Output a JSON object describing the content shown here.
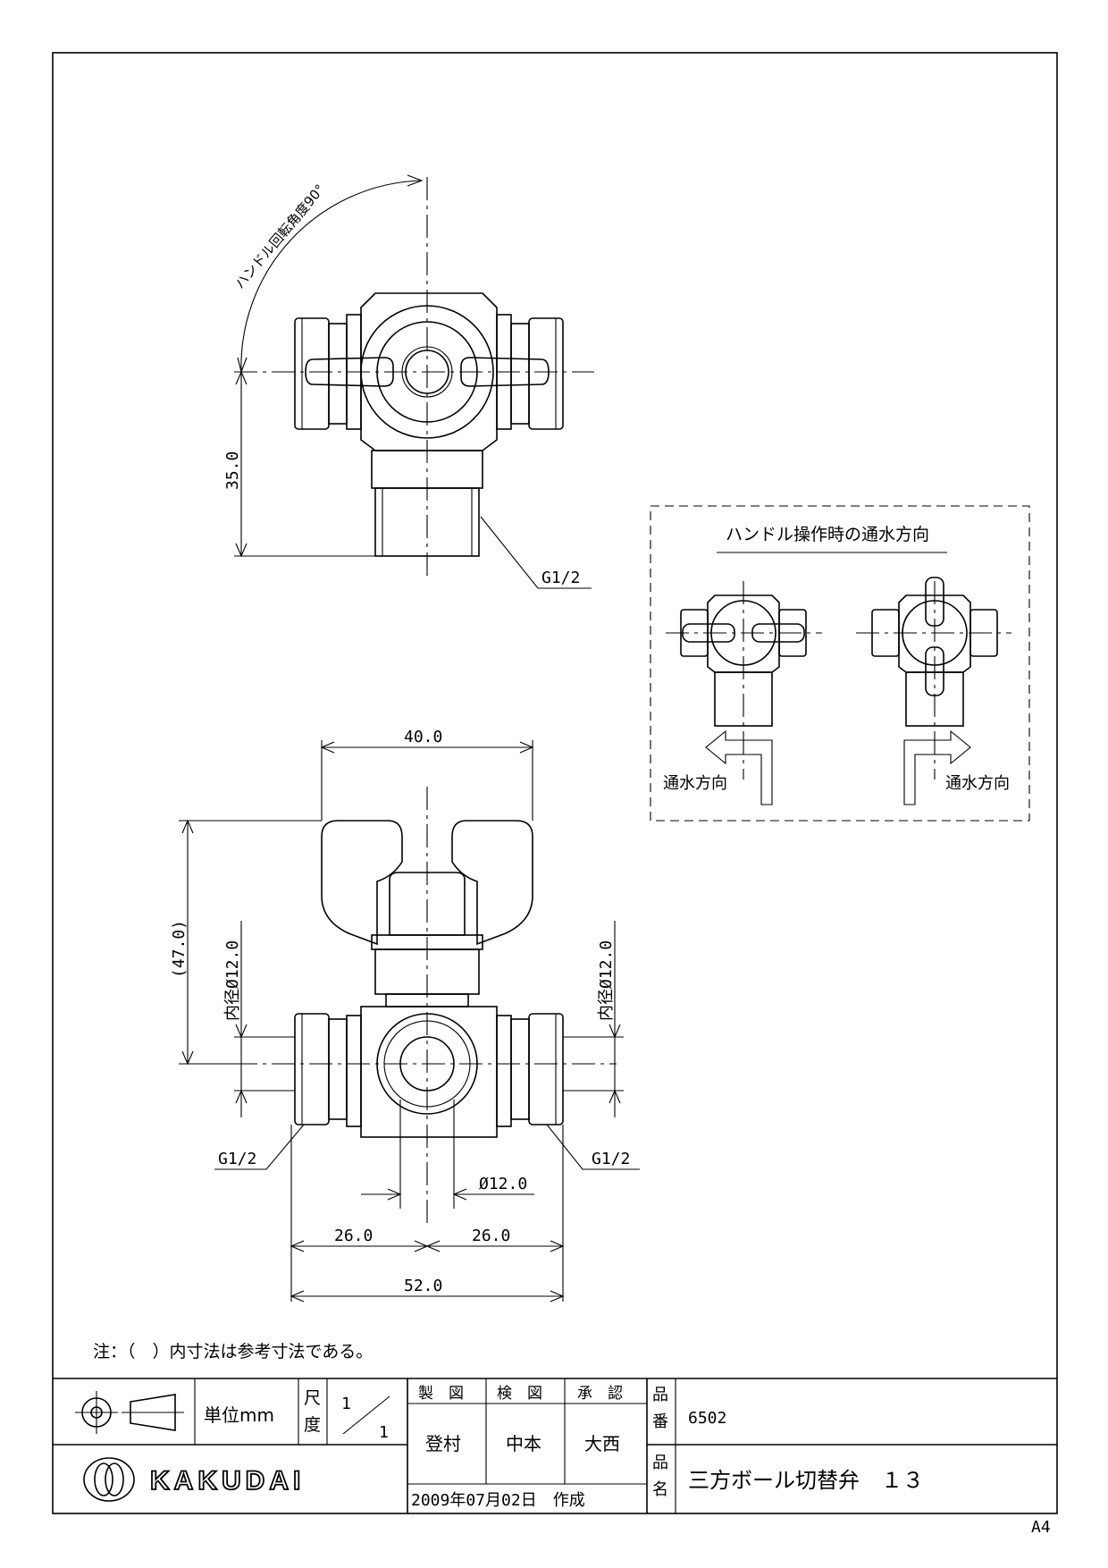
{
  "drawing": {
    "top_view": {
      "rotation_label": "ハンドル回転角度90°",
      "dim_height": "35.0",
      "thread_label": "G1/2"
    },
    "front_view": {
      "dim_width": "40.0",
      "dim_height": "(47.0)",
      "inner_dia_left": "内径Ø12.0",
      "inner_dia_right": "内径Ø12.0",
      "thread_left": "G1/2",
      "thread_right": "G1/2",
      "bore_dia": "Ø12.0",
      "dim_left_half": "26.0",
      "dim_right_half": "26.0",
      "dim_total": "52.0"
    },
    "flow_box": {
      "title": "ハンドル操作時の通水方向",
      "left_flow_label": "通水方向",
      "right_flow_label": "通水方向"
    },
    "note": "注：（　）内寸法は参考寸法である。"
  },
  "title_block": {
    "unit": "単位mm",
    "scale_label_1": "尺",
    "scale_label_2": "度",
    "scale_num": "1",
    "scale_den": "1",
    "drawn_header": "製　図",
    "checked_header": "検　図",
    "approved_header": "承　認",
    "drawn_by": "登村",
    "checked_by": "中本",
    "approved_by": "大西",
    "date": "2009年07月02日　作成",
    "part_no_label_1": "品",
    "part_no_label_2": "番",
    "part_no": "6502",
    "part_name_label_1": "品",
    "part_name_label_2": "名",
    "part_name": "三方ボール切替弁　１３",
    "brand": "KAKUDAI",
    "sheet_size": "A4"
  }
}
